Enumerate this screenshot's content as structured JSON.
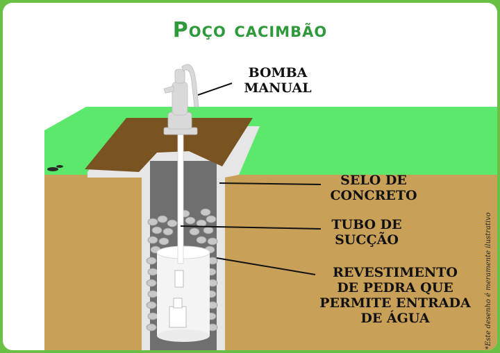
{
  "title": "Poço cacimbão",
  "labels": {
    "pump": [
      "BOMBA",
      "MANUAL"
    ],
    "seal": [
      "SELO DE",
      "CONCRETO"
    ],
    "tube": [
      "TUBO DE",
      "SUCÇÃO"
    ],
    "lining": [
      "REVESTIMENTO",
      "DE PEDRA QUE",
      "PERMITE ENTRADA",
      "DE ÁGUA"
    ]
  },
  "note": "*Este desenho é meramente ilustrativo",
  "colors": {
    "grass": "#5ce86a",
    "soil": "#c9a058",
    "lid": "#7a5322",
    "concrete": "#e6e6e6",
    "well_interior": "#6f6f6f",
    "stones": "#c8c8c8",
    "title": "#2f9a3c",
    "border": "#6abf45"
  }
}
